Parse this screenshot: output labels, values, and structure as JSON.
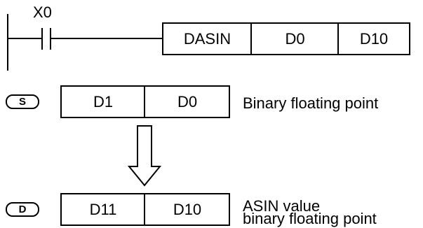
{
  "ladder": {
    "contact": "X0",
    "instruction": "DASIN",
    "source_operand": "D0",
    "dest_operand": "D10"
  },
  "source": {
    "badge": "S",
    "high_word": "D1",
    "low_word": "D0",
    "description": "Binary floating point"
  },
  "destination": {
    "badge": "D",
    "high_word": "D11",
    "low_word": "D10",
    "description_line1": "ASIN value",
    "description_line2": "binary floating point"
  }
}
